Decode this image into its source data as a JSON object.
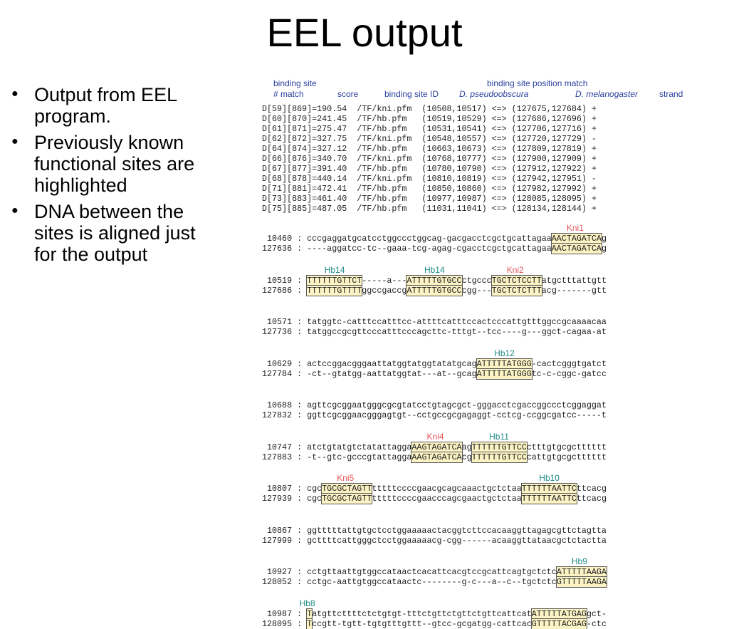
{
  "slide": {
    "title": "EEL output",
    "bullets": [
      {
        "line1": "Output from EEL",
        "line2": "program."
      },
      {
        "line1": "Previously known",
        "line2": "functional sites are",
        "line3": "highlighted"
      },
      {
        "line1": "DNA between the",
        "line2": "sites is aligned just",
        "line3": "for the output"
      }
    ]
  },
  "figure": {
    "headers": {
      "binding_site_1": "binding site",
      "match": "# match",
      "score": "score",
      "binding_site_2": "binding site ID",
      "position_match": "binding site position match",
      "species_1": "D. pseudoobscura",
      "species_2": "D.  melanogaster",
      "strand": "strand"
    },
    "table_rows": [
      "D[59][869]=190.54  /TF/kni.pfm  (10508,10517) <=> (127675,127684) +",
      "D[60][870]=241.45  /TF/hb.pfm   (10519,10529) <=> (127686,127696) +",
      "D[61][871]=275.47  /TF/hb.pfm   (10531,10541) <=> (127706,127716) +",
      "D[62][872]=327.75  /TF/kni.pfm  (10548,10557) <=> (127720,127729) -",
      "D[64][874]=327.12  /TF/hb.pfm   (10663,10673) <=> (127809,127819) +",
      "D[66][876]=340.70  /TF/kni.pfm  (10768,10777) <=> (127900,127909) +",
      "D[67][877]=391.40  /TF/hb.pfm   (10780,10790) <=> (127912,127922) +",
      "D[68][878]=440.14  /TF/kni.pfm  (10810,10819) <=> (127942,127951) -",
      "D[71][881]=472.41  /TF/hb.pfm   (10850,10860) <=> (127982,127992) +",
      "D[73][883]=461.40  /TF/hb.pfm   (10977,10987) <=> (128085,128095) +",
      "D[75][885]=487.05  /TF/hb.pfm   (11031,11041) <=> (128134,128144) +"
    ],
    "blocks": [
      {
        "labels": [
          {
            "text": "Kni1",
            "kind": "kni"
          }
        ],
        "top": [
          {
            "t": " 10460 : cccgaggatgcatcctggccctggcag-gacgacctcgctgcattagaa"
          },
          {
            "t": "AACTAGATCA",
            "site": true
          },
          {
            "t": "g"
          }
        ],
        "bottom": [
          {
            "t": "127636 : ----aggatcc-tc--gaaa-tcg-agag-cgacctcgctgcattagaa"
          },
          {
            "t": "AACTAGATCA",
            "site": true
          },
          {
            "t": "g"
          }
        ]
      },
      {
        "labels": [
          {
            "text": "Hb14",
            "kind": "hb"
          },
          {
            "text": "Hb14",
            "kind": "hb"
          },
          {
            "text": "Kni2",
            "kind": "kni"
          }
        ],
        "top": [
          {
            "t": " 10519 : "
          },
          {
            "t": "TTTTTTGTTCT",
            "site": true
          },
          {
            "t": "-----a---"
          },
          {
            "t": "ATTTTTGTGCC",
            "site": true
          },
          {
            "t": "ctgccc"
          },
          {
            "t": "TGCTCTCCTT",
            "site": true
          },
          {
            "t": "atgctttattgtt"
          }
        ],
        "bottom": [
          {
            "t": "127686 : "
          },
          {
            "t": "TTTTTTGTTTT",
            "site": true
          },
          {
            "t": "ggccgaccg"
          },
          {
            "t": "ATTTTTGTGCC",
            "site": true
          },
          {
            "t": "cgg---"
          },
          {
            "t": "TGCTCTCTTT",
            "site": true
          },
          {
            "t": "acg-------gtt"
          }
        ]
      },
      {
        "labels": [],
        "top": [
          {
            "t": " 10571 : tatggtc-catttccatttcc-attttcatttccactcccattgtttggccgcaaaacaa"
          }
        ],
        "bottom": [
          {
            "t": "127736 : tatggccgcgttcccatttcccagcttc-tttgt--tcc----g---ggct-cagaa-at"
          }
        ]
      },
      {
        "labels": [
          {
            "text": "Hb12",
            "kind": "hb"
          }
        ],
        "top": [
          {
            "t": " 10629 : actccggacgggaattatggtatggtatatgcag"
          },
          {
            "t": "ATTTTTATGGG",
            "site": true
          },
          {
            "t": "-cactcgggtgatct"
          }
        ],
        "bottom": [
          {
            "t": "127784 : -ct--gtatgg-aattatggtat---at--gcag"
          },
          {
            "t": "ATTTTTATGGG",
            "site": true
          },
          {
            "t": "tc-c-cggc-gatcc"
          }
        ]
      },
      {
        "labels": [],
        "top": [
          {
            "t": " 10688 : agttcgcggaatgggcgcgtatcctgtagcgct-gggacctcgaccggccctcggaggat"
          }
        ],
        "bottom": [
          {
            "t": "127832 : ggttcgcggaacgggagtgt--cctgccgcgagaggt-cctcg-ccggcgatcc-----t"
          }
        ]
      },
      {
        "labels": [
          {
            "text": "Kni4",
            "kind": "kni"
          },
          {
            "text": "Hb11",
            "kind": "hb"
          }
        ],
        "top": [
          {
            "t": " 10747 : atctgtatgtctatattagga"
          },
          {
            "t": "AAGTAGATCA",
            "site": true
          },
          {
            "t": "ag"
          },
          {
            "t": "TTTTTTGTTCC",
            "site": true
          },
          {
            "t": "ctttgtgcgctttttt"
          }
        ],
        "bottom": [
          {
            "t": "127883 : -t--gtc-gcccgtattagga"
          },
          {
            "t": "AAGTAGATCA",
            "site": true
          },
          {
            "t": "cg"
          },
          {
            "t": "TTTTTTGTTCC",
            "site": true
          },
          {
            "t": "cattgtgcgctttttt"
          }
        ]
      },
      {
        "labels": [
          {
            "text": "Kni5",
            "kind": "kni"
          },
          {
            "text": "Hb10",
            "kind": "hb"
          }
        ],
        "top": [
          {
            "t": " 10807 : cgc"
          },
          {
            "t": "TGCGCTAGTT",
            "site": true
          },
          {
            "t": "tttttccccgaacgcagcaaactgctctaa"
          },
          {
            "t": "TTTTTTAATTC",
            "site": true
          },
          {
            "t": "ttcacg"
          }
        ],
        "bottom": [
          {
            "t": "127939 : cgc"
          },
          {
            "t": "TGCGCTAGTT",
            "site": true
          },
          {
            "t": "tttttccccgaacccagcgaactgctctaa"
          },
          {
            "t": "TTTTTTAATTC",
            "site": true
          },
          {
            "t": "ttcacg"
          }
        ]
      },
      {
        "labels": [],
        "top": [
          {
            "t": " 10867 : ggtttttattgtgctcctggaaaaactacggtcttccacaaggttagagcgttctagtta"
          }
        ],
        "bottom": [
          {
            "t": "127999 : gcttttcattgggctcctggaaaaacg-cgg------acaaggttataacgctctactta"
          }
        ]
      },
      {
        "labels": [
          {
            "text": "Hb9",
            "kind": "hb"
          }
        ],
        "top": [
          {
            "t": " 10927 : cctgttaattgtggccataactcacattcacgtccgcattcagtgctctc"
          },
          {
            "t": "ATTTTTAAGA",
            "site": true
          }
        ],
        "bottom": [
          {
            "t": "128052 : cctgc-aattgtggccataactc--------g-c---a--c--tgctctc"
          },
          {
            "t": "GTTTTTAAGA",
            "site": true
          }
        ]
      },
      {
        "labels": [
          {
            "text": "Hb8",
            "kind": "hb"
          }
        ],
        "top": [
          {
            "t": " 10987 : "
          },
          {
            "t": "T",
            "site": true
          },
          {
            "t": "atgttcttttctctgtgt-tttctgttctgttctgttcattcat"
          },
          {
            "t": "ATTTTTATGAG",
            "site": true
          },
          {
            "t": "gct-"
          }
        ],
        "bottom": [
          {
            "t": "128095 : "
          },
          {
            "t": "T",
            "site": true
          },
          {
            "t": "ccgtt-tgtt-tgtgtttgttt--gtcc-gcgatgg-cattcac"
          },
          {
            "t": "GTTTTTACGAG",
            "site": true
          },
          {
            "t": "-ctc"
          }
        ]
      }
    ]
  }
}
